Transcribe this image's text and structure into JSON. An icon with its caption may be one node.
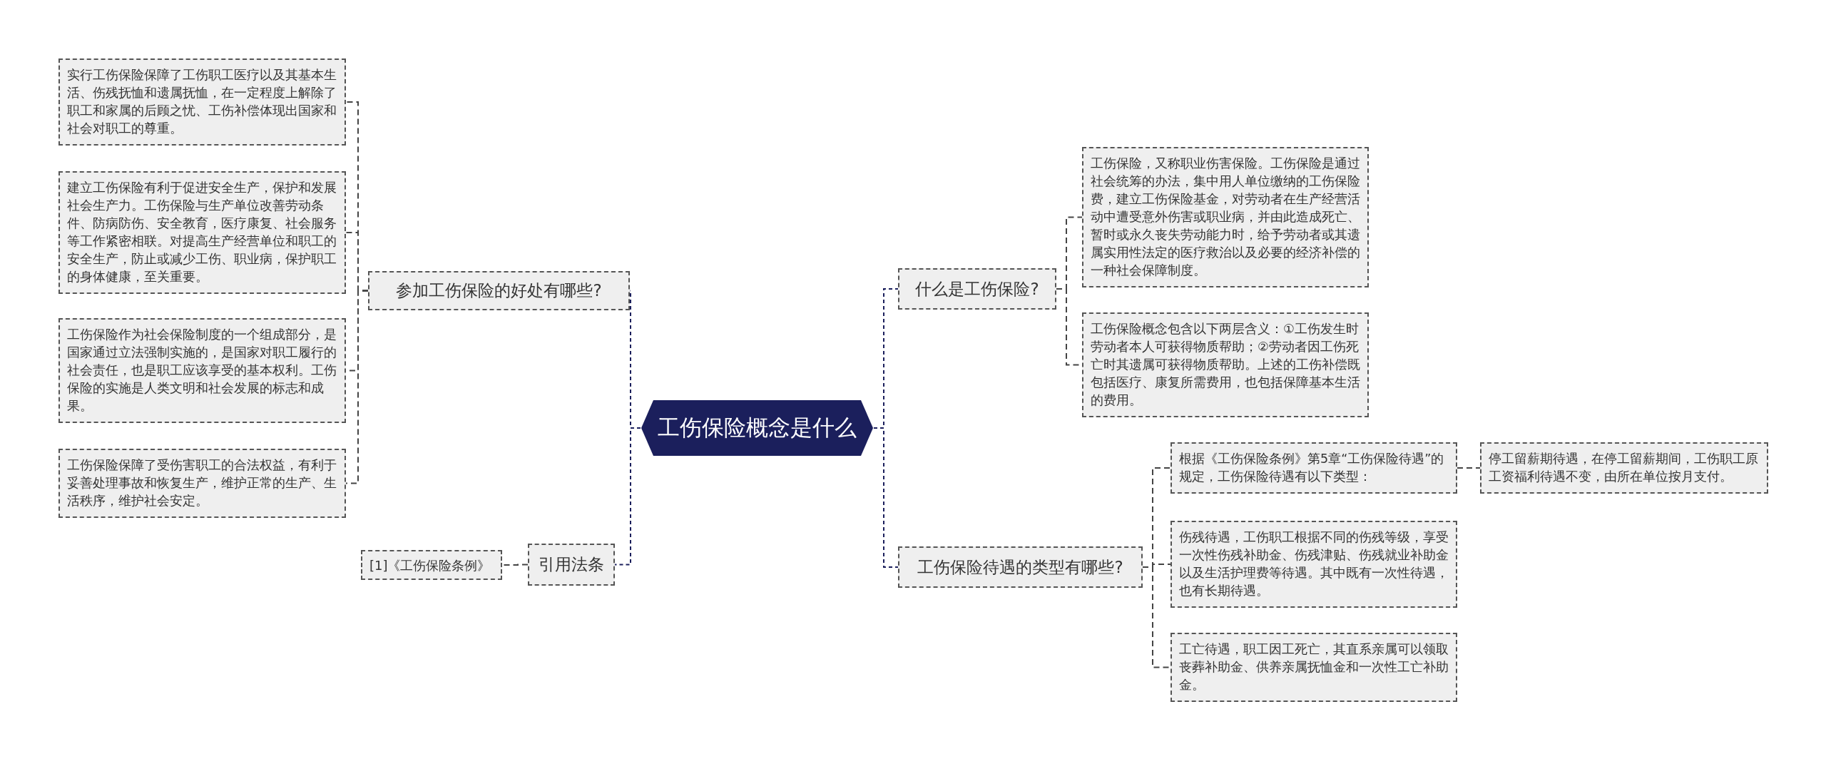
{
  "diagram": {
    "nodes": [
      {
        "text": [
          "工伤保险概念是什么"
        ]
      },
      {
        "text": [
          "参加工伤保险的好处有哪些?"
        ]
      },
      {
        "text": [
          "实行工伤保险保障了工伤职工医疗以及其基本生活、伤残抚恤和遗属抚恤，在一定程度上解除了职工和家属的后顾之忧、工伤补偿体现出国家和社会对职工的尊重。"
        ]
      },
      {
        "text": [
          "建立工伤保险有利于促进安全生产，保护和发展社会生产力。工伤保险与生产单位改善劳动条件、防病防伤、安全教育，医疗康复、社会服务等工作紧密相联。对提高生产经营单位和职工的安全生产，防止或减少工伤、职业病，保护职工的身体健康，至关重要。"
        ]
      },
      {
        "text": [
          "工伤保险作为社会保险制度的一个组成部分，是国家通过立法强制实施的，是国家对职工履行的社会责任，也是职工应该享受的基本权利。工伤保险的实施是人类文明和社会发展的标志和成果。"
        ]
      },
      {
        "text": [
          "工伤保险保障了受伤害职工的合法权益，有利于妥善处理事故和恢复生产，维护正常的生产、生活秩序，维护社会安定。"
        ]
      },
      {
        "text": [
          "引用法条"
        ]
      },
      {
        "text": [
          "[1]《工伤保险条例》"
        ]
      },
      {
        "text": [
          "什么是工伤保险?"
        ]
      },
      {
        "text": [
          "工伤保险，又称职业伤害保险。工伤保险是通过社会统筹的办法，集中用人单位缴纳的工伤保险费，建立工伤保险基金，对劳动者在生产经营活动中遭受意外伤害或职业病，并由此造成死亡、暂时或永久丧失劳动能力时，给予劳动者或其遗属实用性法定的医疗救治以及必要的经济补偿的一种社会保障制度。"
        ]
      },
      {
        "text": [
          "工伤保险概念包含以下两层含义：①工伤发生时劳动者本人可获得物质帮助；②劳动者因工伤死亡时其遗属可获得物质帮助。上述的工伤补偿既包括医疗、康复所需费用，也包括保障基本生活的费用。"
        ]
      },
      {
        "text": [
          "工伤保险待遇的类型有哪些?"
        ]
      },
      {
        "text": [
          "根据《工伤保险条例》第5章“工伤保险待遇”的规定，工伤保险待遇有以下类型："
        ]
      },
      {
        "text": [
          "停工留薪期待遇，在停工留薪期间，工伤职工原工资福利待遇不变，由所在单位按月支付。"
        ]
      },
      {
        "text": [
          "伤残待遇，工伤职工根据不同的伤残等级，享受一次性伤残补助金、伤残津贴、伤残就业补助金以及生活护理费等待遇。其中既有一次性待遇，也有长期待遇。"
        ]
      },
      {
        "text": [
          "工亡待遇，职工因工死亡，其直系亲属可以领取丧葬补助金、供养亲属抚恤金和一次性工亡补助金。"
        ]
      }
    ],
    "edges": [
      {
        "from": 0,
        "to": 1,
        "arrow": "none",
        "color": "#1b1f5c"
      },
      {
        "from": 0,
        "to": 6,
        "arrow": "none",
        "color": "#1b1f5c"
      },
      {
        "from": 0,
        "to": 8,
        "arrow": "none",
        "color": "#1b1f5c"
      },
      {
        "from": 0,
        "to": 11,
        "arrow": "none",
        "color": "#1b1f5c"
      },
      {
        "from": 1,
        "to": 2,
        "arrow": "none"
      },
      {
        "from": 1,
        "to": 3,
        "arrow": "none"
      },
      {
        "from": 1,
        "to": 4,
        "arrow": "none"
      },
      {
        "from": 1,
        "to": 5,
        "arrow": "none"
      },
      {
        "from": 6,
        "to": 7,
        "arrow": "none"
      },
      {
        "from": 8,
        "to": 9,
        "arrow": "none"
      },
      {
        "from": 8,
        "to": 10,
        "arrow": "none"
      },
      {
        "from": 11,
        "to": 12,
        "arrow": "none"
      },
      {
        "from": 11,
        "to": 14,
        "arrow": "none"
      },
      {
        "from": 11,
        "to": 15,
        "arrow": "none"
      },
      {
        "from": 12,
        "to": 13,
        "arrow": "none"
      }
    ]
  }
}
